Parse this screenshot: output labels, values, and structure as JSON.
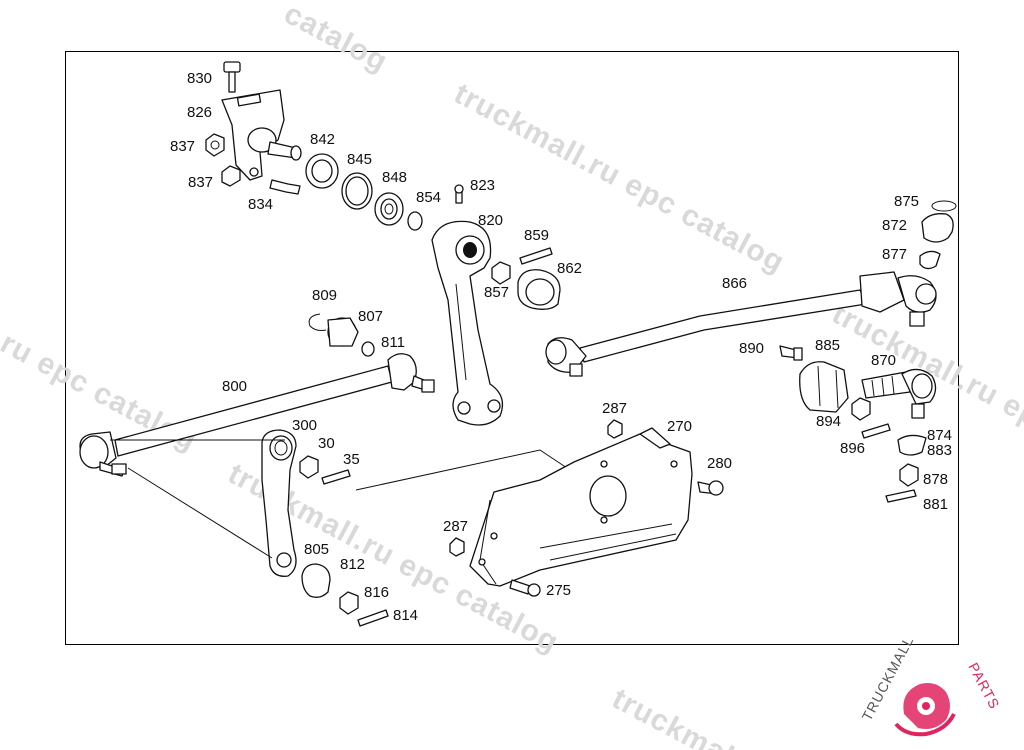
{
  "watermark": {
    "text": "truckmall.ru epc catalog",
    "fragments": [
      "catalog",
      "truckmall.ru epc catalog",
      "truckmall.ru epc",
      ".ru epc catalog",
      "truckmall.ru epc catalog",
      "truckmall.ru epc catalog",
      "truckmal"
    ]
  },
  "logo": {
    "text_dark": "TRUCKMALL",
    "text_accent": "PARTS",
    "accent_color": "#e0245e",
    "dark_color": "#555555"
  },
  "part_labels": [
    "830",
    "826",
    "837",
    "837",
    "834",
    "842",
    "845",
    "848",
    "854",
    "823",
    "820",
    "859",
    "862",
    "857",
    "809",
    "807",
    "811",
    "800",
    "300",
    "30",
    "35",
    "805",
    "812",
    "816",
    "814",
    "287",
    "270",
    "280",
    "287",
    "275",
    "875",
    "872",
    "877",
    "866",
    "890",
    "885",
    "870",
    "894",
    "896",
    "874",
    "883",
    "878",
    "881"
  ],
  "colors": {
    "line": "#111111",
    "background": "#ffffff",
    "watermark": "#d9d9d9"
  }
}
